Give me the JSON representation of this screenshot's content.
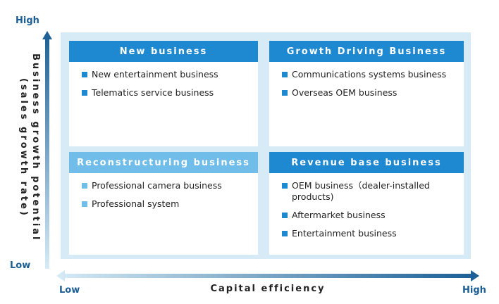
{
  "y_axis": {
    "high": "High",
    "low": "Low",
    "title_line1": "Business growth potential",
    "title_line2": "(sales growth rate)"
  },
  "x_axis": {
    "low": "Low",
    "high": "High",
    "title": "Capital efficiency"
  },
  "colors": {
    "dark_blue": "#1e88d0",
    "light_blue": "#6fbde8",
    "matrix_bg": "#d6ebf6",
    "axis_text": "#1a5e94"
  },
  "quadrants": {
    "top_left": {
      "title": "New business",
      "items": [
        "New entertainment business",
        "Telematics service business"
      ]
    },
    "top_right": {
      "title": "Growth Driving Business",
      "items": [
        "Communications systems business",
        "Overseas OEM business"
      ]
    },
    "bottom_left": {
      "title": "Reconstructuring business",
      "items": [
        "Professional camera business",
        "Professional system"
      ]
    },
    "bottom_right": {
      "title": "Revenue base business",
      "items": [
        "OEM business（dealer-installed products)",
        "Aftermarket business",
        "Entertainment business"
      ]
    }
  }
}
